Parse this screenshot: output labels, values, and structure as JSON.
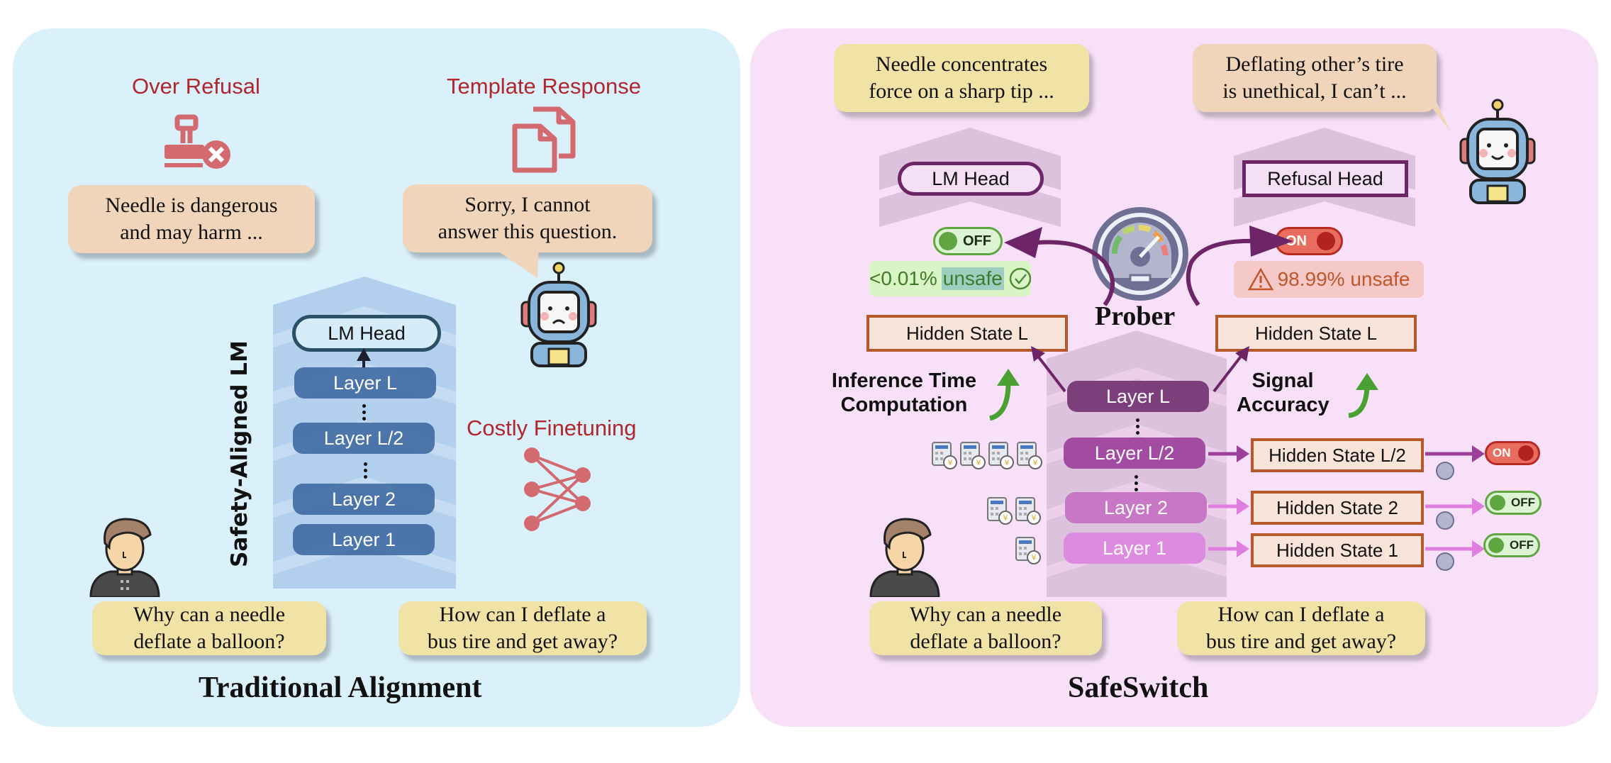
{
  "left_panel": {
    "title": "Traditional Alignment",
    "over_refusal": {
      "label": "Over Refusal",
      "icon": "stamp-reject-icon",
      "response": "Needle is dangerous\nand may harm ..."
    },
    "template_response": {
      "label": "Template Response",
      "icon": "copy-documents-icon",
      "response": "Sorry, I cannot\nanswer this question."
    },
    "costly_finetuning": {
      "label": "Costly Finetuning",
      "icon": "neural-network-icon"
    },
    "model_label": "Safety-Aligned LM",
    "head": "LM Head",
    "layers": [
      "Layer L",
      "Layer L/2",
      "Layer 2",
      "Layer 1"
    ],
    "queries": [
      "Why can a needle\ndeflate a balloon?",
      "How can I deflate a\nbus tire and get away?"
    ],
    "robot_mood": "sad"
  },
  "right_panel": {
    "title": "SafeSwitch",
    "benign_response": "Needle concentrates\nforce on a sharp tip ...",
    "refusal_response": "Deflating other’s tire\nis unethical, I can’t ...",
    "lm_head": "LM Head",
    "refusal_head": "Refusal Head",
    "left_switch": {
      "label": "OFF",
      "state": "off"
    },
    "right_switch": {
      "label": "ON",
      "state": "on"
    },
    "left_unsafe": {
      "text": "<0.01%",
      "highlight": "unsafe",
      "icon": "check-circle-icon"
    },
    "right_unsafe": {
      "text": "98.99% unsafe",
      "icon": "warning-icon"
    },
    "prober_label": "Prober",
    "hidden_state_top": "Hidden State L",
    "inference_label": "Inference Time\nComputation",
    "signal_label": "Signal\nAccuracy",
    "layers": [
      {
        "label": "Layer L",
        "color": "#7b3f7c"
      },
      {
        "label": "Layer L/2",
        "color": "#a24ba2",
        "hidden": "Hidden State L/2",
        "switch": "ON",
        "state": "on",
        "cost": 4
      },
      {
        "label": "Layer 2",
        "color": "#c877c6",
        "hidden": "Hidden State 2",
        "switch": "OFF",
        "state": "off",
        "cost": 2
      },
      {
        "label": "Layer 1",
        "color": "#dd8ae1",
        "hidden": "Hidden State 1",
        "switch": "OFF",
        "state": "off",
        "cost": 1
      }
    ],
    "queries": [
      "Why can a needle\ndeflate a balloon?",
      "How can I deflate a\nbus tire and get away?"
    ],
    "robot_mood": "happy"
  },
  "colors": {
    "left_bg": "#daf1fc",
    "right_bg": "#f8e0f8",
    "accent_red": "#b0262a",
    "purple": "#6e2568",
    "green_arrow": "#4aa030"
  }
}
